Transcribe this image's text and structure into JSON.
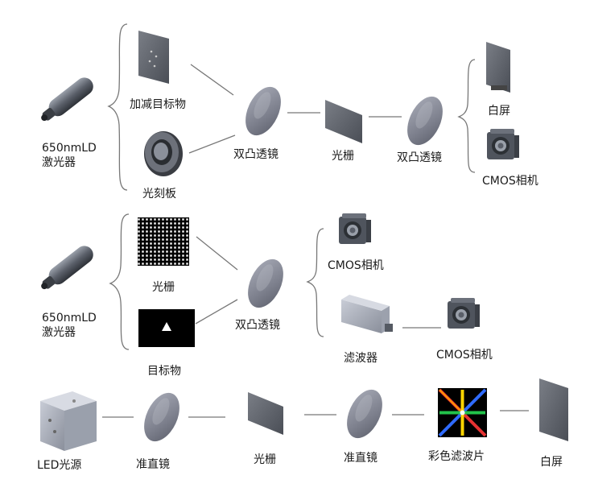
{
  "colors": {
    "line": "#777777",
    "lens": "#8a8d9a",
    "device": "#5e636d",
    "screen": "#6a6e76",
    "background": "#ffffff"
  },
  "row1": {
    "laser_label": "650nmLD激光器",
    "target_label": "加减目标物",
    "reticle_label": "光刻板",
    "lens1_label": "双凸透镜",
    "grating_label": "光栅",
    "lens2_label": "双凸透镜",
    "screen_label": "白屏",
    "camera_label": "CMOS相机"
  },
  "row2": {
    "laser_label": "650nmLD激光器",
    "grid_label": "光栅",
    "target_label": "目标物",
    "lens_label": "双凸透镜",
    "camera_top_label": "CMOS相机",
    "filter_label": "滤波器",
    "camera_right_label": "CMOS相机"
  },
  "row3": {
    "led_label": "LED光源",
    "collimator1_label": "准直镜",
    "grating_label": "光栅",
    "collimator2_label": "准直镜",
    "color_filter_label": "彩色滤波片",
    "screen_label": "白屏"
  }
}
